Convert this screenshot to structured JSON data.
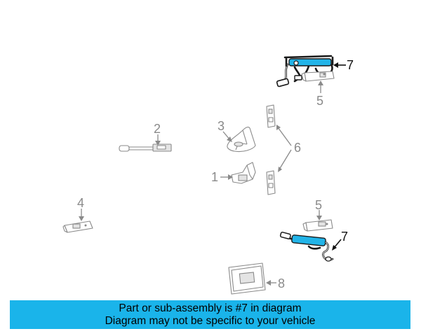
{
  "colors": {
    "highlight": "#22b4e8",
    "banner": "#1ab4ea",
    "part_stroke": "#8a8a8a",
    "callout_highlight": "#111111"
  },
  "callouts": {
    "c1": "1",
    "c2": "2",
    "c3": "3",
    "c4": "4",
    "c5_top": "5",
    "c5_bottom": "5",
    "c6": "6",
    "c7_top": "7",
    "c7_bottom": "7",
    "c8": "8"
  },
  "banner": {
    "line1": "Part or sub-assembly is #7 in diagram",
    "line2": "Diagram may not be specific to your vehicle"
  }
}
